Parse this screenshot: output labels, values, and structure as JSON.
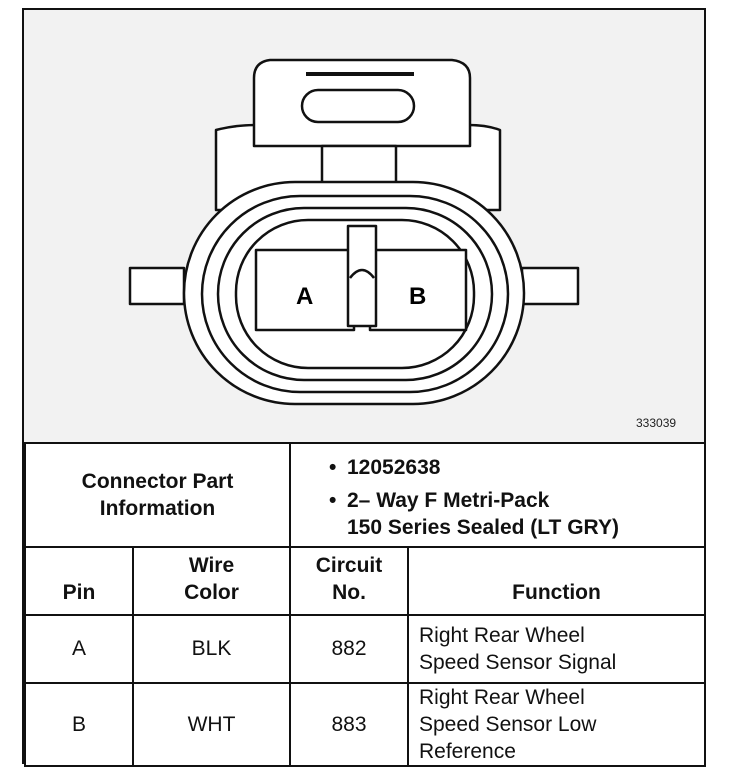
{
  "figure": {
    "pin_labels": [
      "A",
      "B"
    ],
    "figure_id": "333039"
  },
  "part_info": {
    "label_line1": "Connector Part",
    "label_line2": "Information",
    "bullet": "•",
    "part_number": "12052638",
    "desc_line1": "2– Way F Metri-Pack",
    "desc_line2": "150 Series Sealed (LT GRY)"
  },
  "columns": {
    "pin": "Pin",
    "wire_line1": "Wire",
    "wire_line2": "Color",
    "circuit_line1": "Circuit",
    "circuit_line2": "No.",
    "function": "Function"
  },
  "rows": [
    {
      "pin": "A",
      "wire": "BLK",
      "circuit": "882",
      "fn_line1": "Right Rear Wheel",
      "fn_line2": "Speed Sensor Signal",
      "fn_line3": ""
    },
    {
      "pin": "B",
      "wire": "WHT",
      "circuit": "883",
      "fn_line1": "Right Rear Wheel",
      "fn_line2": "Speed Sensor Low",
      "fn_line3": "Reference"
    }
  ]
}
